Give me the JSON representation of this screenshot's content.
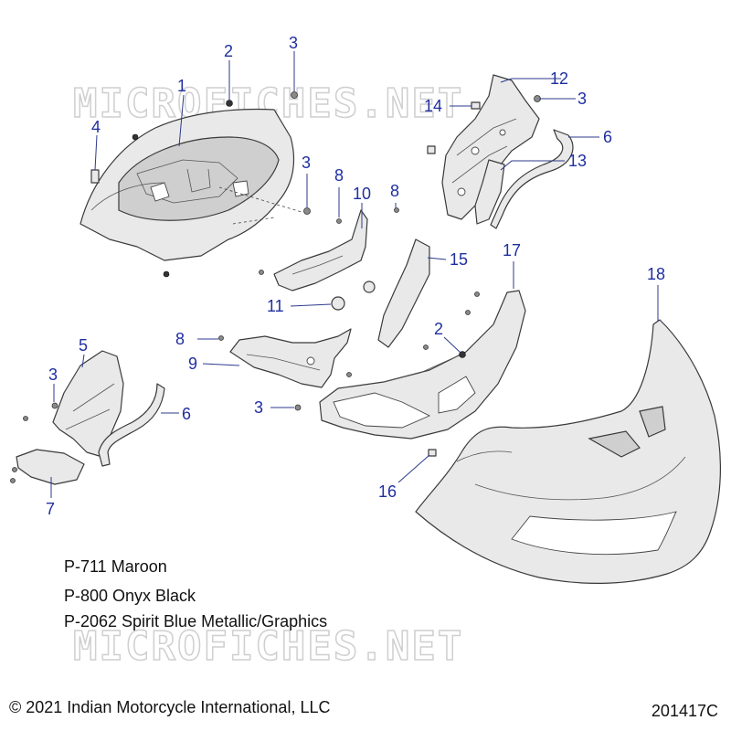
{
  "watermark": "MICROFICHES.NET",
  "callouts": {
    "c1": "1",
    "c2a": "2",
    "c2b": "2",
    "c3a": "3",
    "c3b": "3",
    "c3c": "3",
    "c3d": "3",
    "c3e": "3",
    "c4": "4",
    "c5": "5",
    "c6a": "6",
    "c6b": "6",
    "c7": "7",
    "c8a": "8",
    "c8b": "8",
    "c8c": "8",
    "c9": "9",
    "c10": "10",
    "c11": "11",
    "c12": "12",
    "c13": "13",
    "c14": "14",
    "c15": "15",
    "c16": "16",
    "c17": "17",
    "c18": "18"
  },
  "paint_codes": [
    "P-711 Maroon",
    "P-800 Onyx Black",
    "P-2062 Spirit Blue Metallic/Graphics"
  ],
  "copyright": "© 2021 Indian Motorcycle International, LLC",
  "diagram_id": "201417C",
  "colors": {
    "callout": "#1f2fa0",
    "watermark": "#cfcfcf",
    "part_fill": "#e9e9e9"
  }
}
